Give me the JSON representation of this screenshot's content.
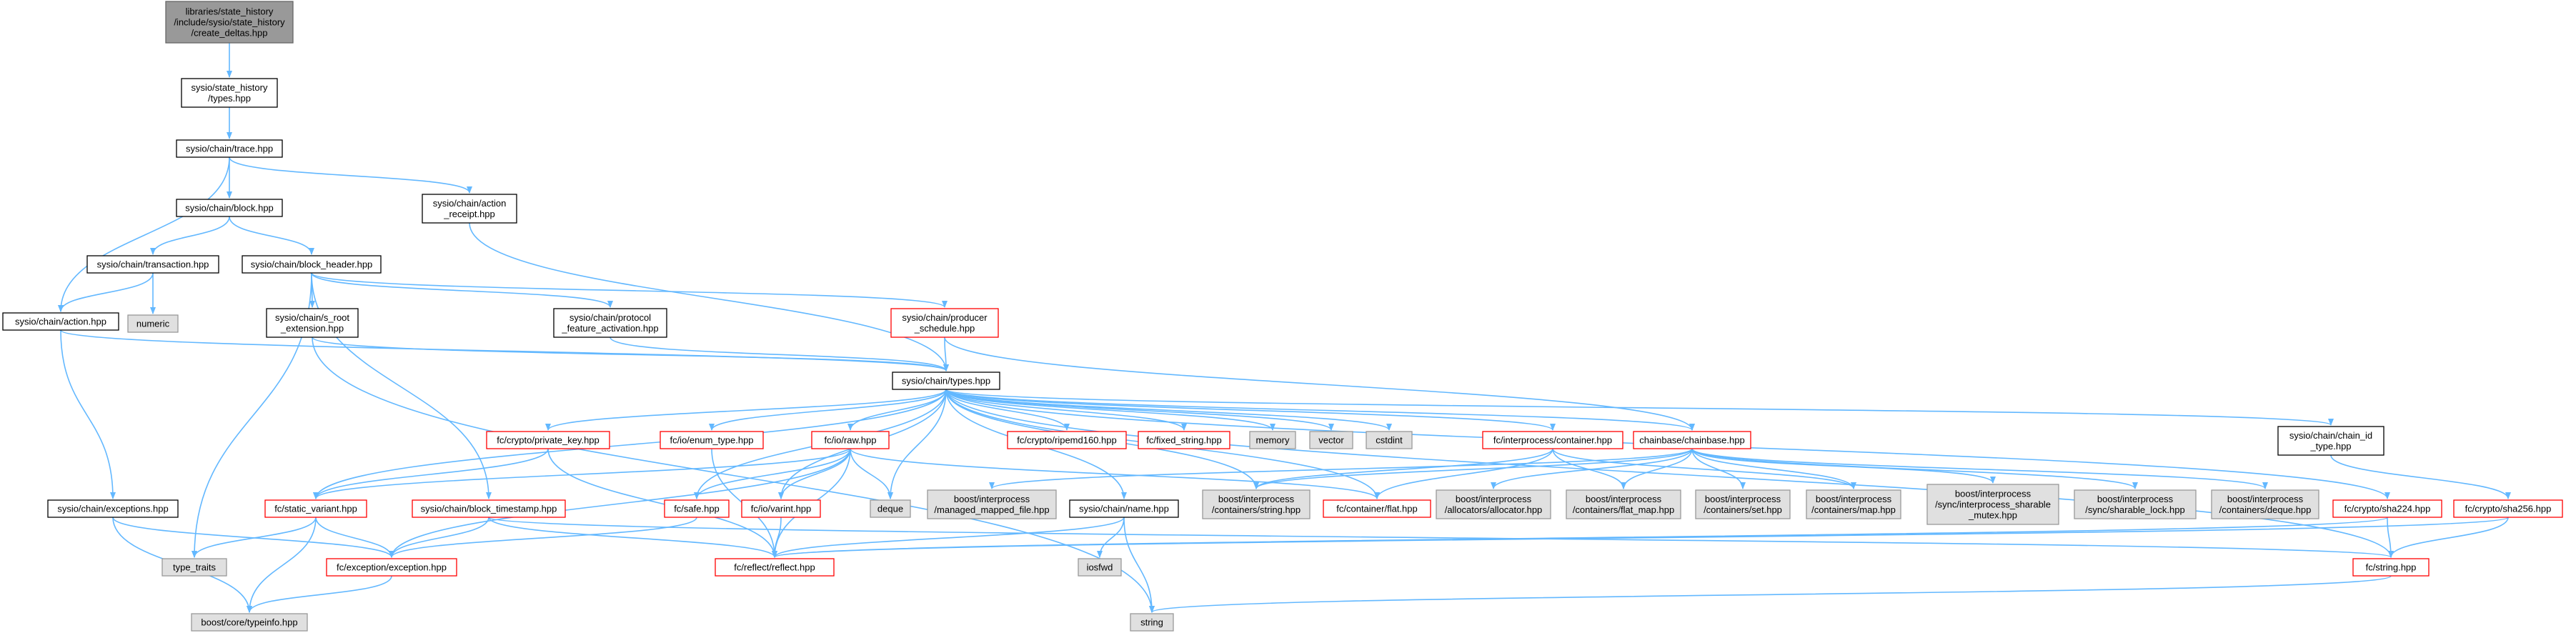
{
  "colors": {
    "edge": "#63b8ff",
    "root_fill": "#999999",
    "root_border": "#666666",
    "documented_fill": "#ffffff",
    "documented_border": "#000000",
    "truncated_border": "#ff0000",
    "external_fill": "#e0e0e0",
    "external_border": "#999999"
  },
  "nodes": [
    {
      "id": "n_create_deltas",
      "kind": "root",
      "lines": [
        "libraries/state_history",
        "/include/sysio/state_history",
        "/create_deltas.hpp"
      ]
    },
    {
      "id": "n_types_sh",
      "kind": "documented",
      "lines": [
        "sysio/state_history",
        "/types.hpp"
      ]
    },
    {
      "id": "n_trace",
      "kind": "documented",
      "lines": [
        "sysio/chain/trace.hpp"
      ]
    },
    {
      "id": "n_block",
      "kind": "documented",
      "lines": [
        "sysio/chain/block.hpp"
      ]
    },
    {
      "id": "n_action_receipt",
      "kind": "documented",
      "lines": [
        "sysio/chain/action",
        "_receipt.hpp"
      ]
    },
    {
      "id": "n_transaction",
      "kind": "documented",
      "lines": [
        "sysio/chain/transaction.hpp"
      ]
    },
    {
      "id": "n_block_header",
      "kind": "documented",
      "lines": [
        "sysio/chain/block_header.hpp"
      ]
    },
    {
      "id": "n_numeric",
      "kind": "external",
      "lines": [
        "numeric"
      ]
    },
    {
      "id": "n_action",
      "kind": "documented",
      "lines": [
        "sysio/chain/action.hpp"
      ]
    },
    {
      "id": "n_s_root",
      "kind": "documented",
      "lines": [
        "sysio/chain/s_root",
        "_extension.hpp"
      ]
    },
    {
      "id": "n_protocol",
      "kind": "documented",
      "lines": [
        "sysio/chain/protocol",
        "_feature_activation.hpp"
      ]
    },
    {
      "id": "n_producer",
      "kind": "truncated",
      "lines": [
        "sysio/chain/producer",
        "_schedule.hpp"
      ]
    },
    {
      "id": "n_types",
      "kind": "documented",
      "lines": [
        "sysio/chain/types.hpp"
      ]
    },
    {
      "id": "n_private_key",
      "kind": "truncated",
      "lines": [
        "fc/crypto/private_key.hpp"
      ]
    },
    {
      "id": "n_enum_type",
      "kind": "truncated",
      "lines": [
        "fc/io/enum_type.hpp"
      ]
    },
    {
      "id": "n_raw",
      "kind": "truncated",
      "lines": [
        "fc/io/raw.hpp"
      ]
    },
    {
      "id": "n_ripemd",
      "kind": "truncated",
      "lines": [
        "fc/crypto/ripemd160.hpp"
      ]
    },
    {
      "id": "n_fixed_string",
      "kind": "truncated",
      "lines": [
        "fc/fixed_string.hpp"
      ]
    },
    {
      "id": "n_memory",
      "kind": "external",
      "lines": [
        "memory"
      ]
    },
    {
      "id": "n_vector",
      "kind": "external",
      "lines": [
        "vector"
      ]
    },
    {
      "id": "n_cstdint",
      "kind": "external",
      "lines": [
        "cstdint"
      ]
    },
    {
      "id": "n_container",
      "kind": "truncated",
      "lines": [
        "fc/interprocess/container.hpp"
      ]
    },
    {
      "id": "n_chainbase",
      "kind": "truncated",
      "lines": [
        "chainbase/chainbase.hpp"
      ]
    },
    {
      "id": "n_chain_id",
      "kind": "documented",
      "lines": [
        "sysio/chain/chain_id",
        "_type.hpp"
      ]
    },
    {
      "id": "n_exceptions",
      "kind": "documented",
      "lines": [
        "sysio/chain/exceptions.hpp"
      ]
    },
    {
      "id": "n_static_variant",
      "kind": "truncated",
      "lines": [
        "fc/static_variant.hpp"
      ]
    },
    {
      "id": "n_block_timestamp",
      "kind": "truncated",
      "lines": [
        "sysio/chain/block_timestamp.hpp"
      ]
    },
    {
      "id": "n_safe",
      "kind": "truncated",
      "lines": [
        "fc/safe.hpp"
      ]
    },
    {
      "id": "n_variant",
      "kind": "truncated",
      "lines": [
        "fc/io/varint.hpp"
      ]
    },
    {
      "id": "n_deque",
      "kind": "external",
      "lines": [
        "deque"
      ]
    },
    {
      "id": "n_managed_mapped",
      "kind": "external",
      "lines": [
        "boost/interprocess",
        "/managed_mapped_file.hpp"
      ]
    },
    {
      "id": "n_name",
      "kind": "documented",
      "lines": [
        "sysio/chain/name.hpp"
      ]
    },
    {
      "id": "n_containers_string",
      "kind": "external",
      "lines": [
        "boost/interprocess",
        "/containers/string.hpp"
      ]
    },
    {
      "id": "n_flat",
      "kind": "truncated",
      "lines": [
        "fc/container/flat.hpp"
      ]
    },
    {
      "id": "n_allocator",
      "kind": "external",
      "lines": [
        "boost/interprocess",
        "/allocators/allocator.hpp"
      ]
    },
    {
      "id": "n_flat_map",
      "kind": "external",
      "lines": [
        "boost/interprocess",
        "/containers/flat_map.hpp"
      ]
    },
    {
      "id": "n_set",
      "kind": "external",
      "lines": [
        "boost/interprocess",
        "/containers/set.hpp"
      ]
    },
    {
      "id": "n_map",
      "kind": "external",
      "lines": [
        "boost/interprocess",
        "/containers/map.hpp"
      ]
    },
    {
      "id": "n_sharable_mutex",
      "kind": "external",
      "lines": [
        "boost/interprocess",
        "/sync/interprocess_sharable",
        "_mutex.hpp"
      ]
    },
    {
      "id": "n_sharable_lock",
      "kind": "external",
      "lines": [
        "boost/interprocess",
        "/sync/sharable_lock.hpp"
      ]
    },
    {
      "id": "n_containers_deque",
      "kind": "external",
      "lines": [
        "boost/interprocess",
        "/containers/deque.hpp"
      ]
    },
    {
      "id": "n_sha224",
      "kind": "truncated",
      "lines": [
        "fc/crypto/sha224.hpp"
      ]
    },
    {
      "id": "n_sha256",
      "kind": "truncated",
      "lines": [
        "fc/crypto/sha256.hpp"
      ]
    },
    {
      "id": "n_type_traits",
      "kind": "external",
      "lines": [
        "type_traits"
      ]
    },
    {
      "id": "n_exception",
      "kind": "truncated",
      "lines": [
        "fc/exception/exception.hpp"
      ]
    },
    {
      "id": "n_reflect",
      "kind": "truncated",
      "lines": [
        "fc/reflect/reflect.hpp"
      ]
    },
    {
      "id": "n_iosfwd",
      "kind": "external",
      "lines": [
        "iosfwd"
      ]
    },
    {
      "id": "n_fc_string",
      "kind": "truncated",
      "lines": [
        "fc/string.hpp"
      ]
    },
    {
      "id": "n_typeinfo",
      "kind": "external",
      "lines": [
        "boost/core/typeinfo.hpp"
      ]
    },
    {
      "id": "n_string",
      "kind": "external",
      "lines": [
        "string"
      ]
    }
  ],
  "edges": [
    [
      "n_create_deltas",
      "n_types_sh"
    ],
    [
      "n_types_sh",
      "n_trace"
    ],
    [
      "n_trace",
      "n_block"
    ],
    [
      "n_trace",
      "n_action_receipt"
    ],
    [
      "n_trace",
      "n_action"
    ],
    [
      "n_block",
      "n_transaction"
    ],
    [
      "n_block",
      "n_block_header"
    ],
    [
      "n_transaction",
      "n_numeric"
    ],
    [
      "n_transaction",
      "n_action"
    ],
    [
      "n_block_header",
      "n_s_root"
    ],
    [
      "n_block_header",
      "n_protocol"
    ],
    [
      "n_block_header",
      "n_producer"
    ],
    [
      "n_block_header",
      "n_block_timestamp"
    ],
    [
      "n_block_header",
      "n_type_traits"
    ],
    [
      "n_action",
      "n_exceptions"
    ],
    [
      "n_action",
      "n_types"
    ],
    [
      "n_action_receipt",
      "n_types"
    ],
    [
      "n_s_root",
      "n_types"
    ],
    [
      "n_s_root",
      "n_string"
    ],
    [
      "n_protocol",
      "n_types"
    ],
    [
      "n_producer",
      "n_types"
    ],
    [
      "n_producer",
      "n_chainbase"
    ],
    [
      "n_types",
      "n_private_key"
    ],
    [
      "n_types",
      "n_enum_type"
    ],
    [
      "n_types",
      "n_raw"
    ],
    [
      "n_types",
      "n_ripemd"
    ],
    [
      "n_types",
      "n_fixed_string"
    ],
    [
      "n_types",
      "n_memory"
    ],
    [
      "n_types",
      "n_vector"
    ],
    [
      "n_types",
      "n_cstdint"
    ],
    [
      "n_types",
      "n_container"
    ],
    [
      "n_types",
      "n_chainbase"
    ],
    [
      "n_types",
      "n_chain_id"
    ],
    [
      "n_types",
      "n_static_variant"
    ],
    [
      "n_types",
      "n_safe"
    ],
    [
      "n_types",
      "n_variant"
    ],
    [
      "n_types",
      "n_deque"
    ],
    [
      "n_types",
      "n_name"
    ],
    [
      "n_types",
      "n_containers_string"
    ],
    [
      "n_types",
      "n_flat"
    ],
    [
      "n_types",
      "n_sha224"
    ],
    [
      "n_types",
      "n_fc_string"
    ],
    [
      "n_chain_id",
      "n_sha256"
    ],
    [
      "n_private_key",
      "n_static_variant"
    ],
    [
      "n_private_key",
      "n_reflect"
    ],
    [
      "n_enum_type",
      "n_reflect"
    ],
    [
      "n_raw",
      "n_safe"
    ],
    [
      "n_raw",
      "n_variant"
    ],
    [
      "n_raw",
      "n_deque"
    ],
    [
      "n_raw",
      "n_reflect"
    ],
    [
      "n_raw",
      "n_static_variant"
    ],
    [
      "n_raw",
      "n_exception"
    ],
    [
      "n_raw",
      "n_flat"
    ],
    [
      "n_container",
      "n_flat"
    ],
    [
      "n_container",
      "n_containers_string"
    ],
    [
      "n_container",
      "n_flat_map"
    ],
    [
      "n_container",
      "n_map"
    ],
    [
      "n_chainbase",
      "n_managed_mapped"
    ],
    [
      "n_chainbase",
      "n_containers_string"
    ],
    [
      "n_chainbase",
      "n_allocator"
    ],
    [
      "n_chainbase",
      "n_flat_map"
    ],
    [
      "n_chainbase",
      "n_set"
    ],
    [
      "n_chainbase",
      "n_map"
    ],
    [
      "n_chainbase",
      "n_sharable_mutex"
    ],
    [
      "n_chainbase",
      "n_sharable_lock"
    ],
    [
      "n_chainbase",
      "n_containers_deque"
    ],
    [
      "n_exceptions",
      "n_exception"
    ],
    [
      "n_exceptions",
      "n_typeinfo"
    ],
    [
      "n_static_variant",
      "n_exception"
    ],
    [
      "n_static_variant",
      "n_type_traits"
    ],
    [
      "n_static_variant",
      "n_typeinfo"
    ],
    [
      "n_block_timestamp",
      "n_exception"
    ],
    [
      "n_block_timestamp",
      "n_reflect"
    ],
    [
      "n_block_timestamp",
      "n_fc_string"
    ],
    [
      "n_safe",
      "n_exception"
    ],
    [
      "n_variant",
      "n_reflect"
    ],
    [
      "n_name",
      "n_reflect"
    ],
    [
      "n_name",
      "n_iosfwd"
    ],
    [
      "n_name",
      "n_string"
    ],
    [
      "n_sha224",
      "n_reflect"
    ],
    [
      "n_sha224",
      "n_fc_string"
    ],
    [
      "n_sha256",
      "n_reflect"
    ],
    [
      "n_sha256",
      "n_fc_string"
    ],
    [
      "n_exception",
      "n_typeinfo"
    ],
    [
      "n_fc_string",
      "n_string"
    ]
  ]
}
